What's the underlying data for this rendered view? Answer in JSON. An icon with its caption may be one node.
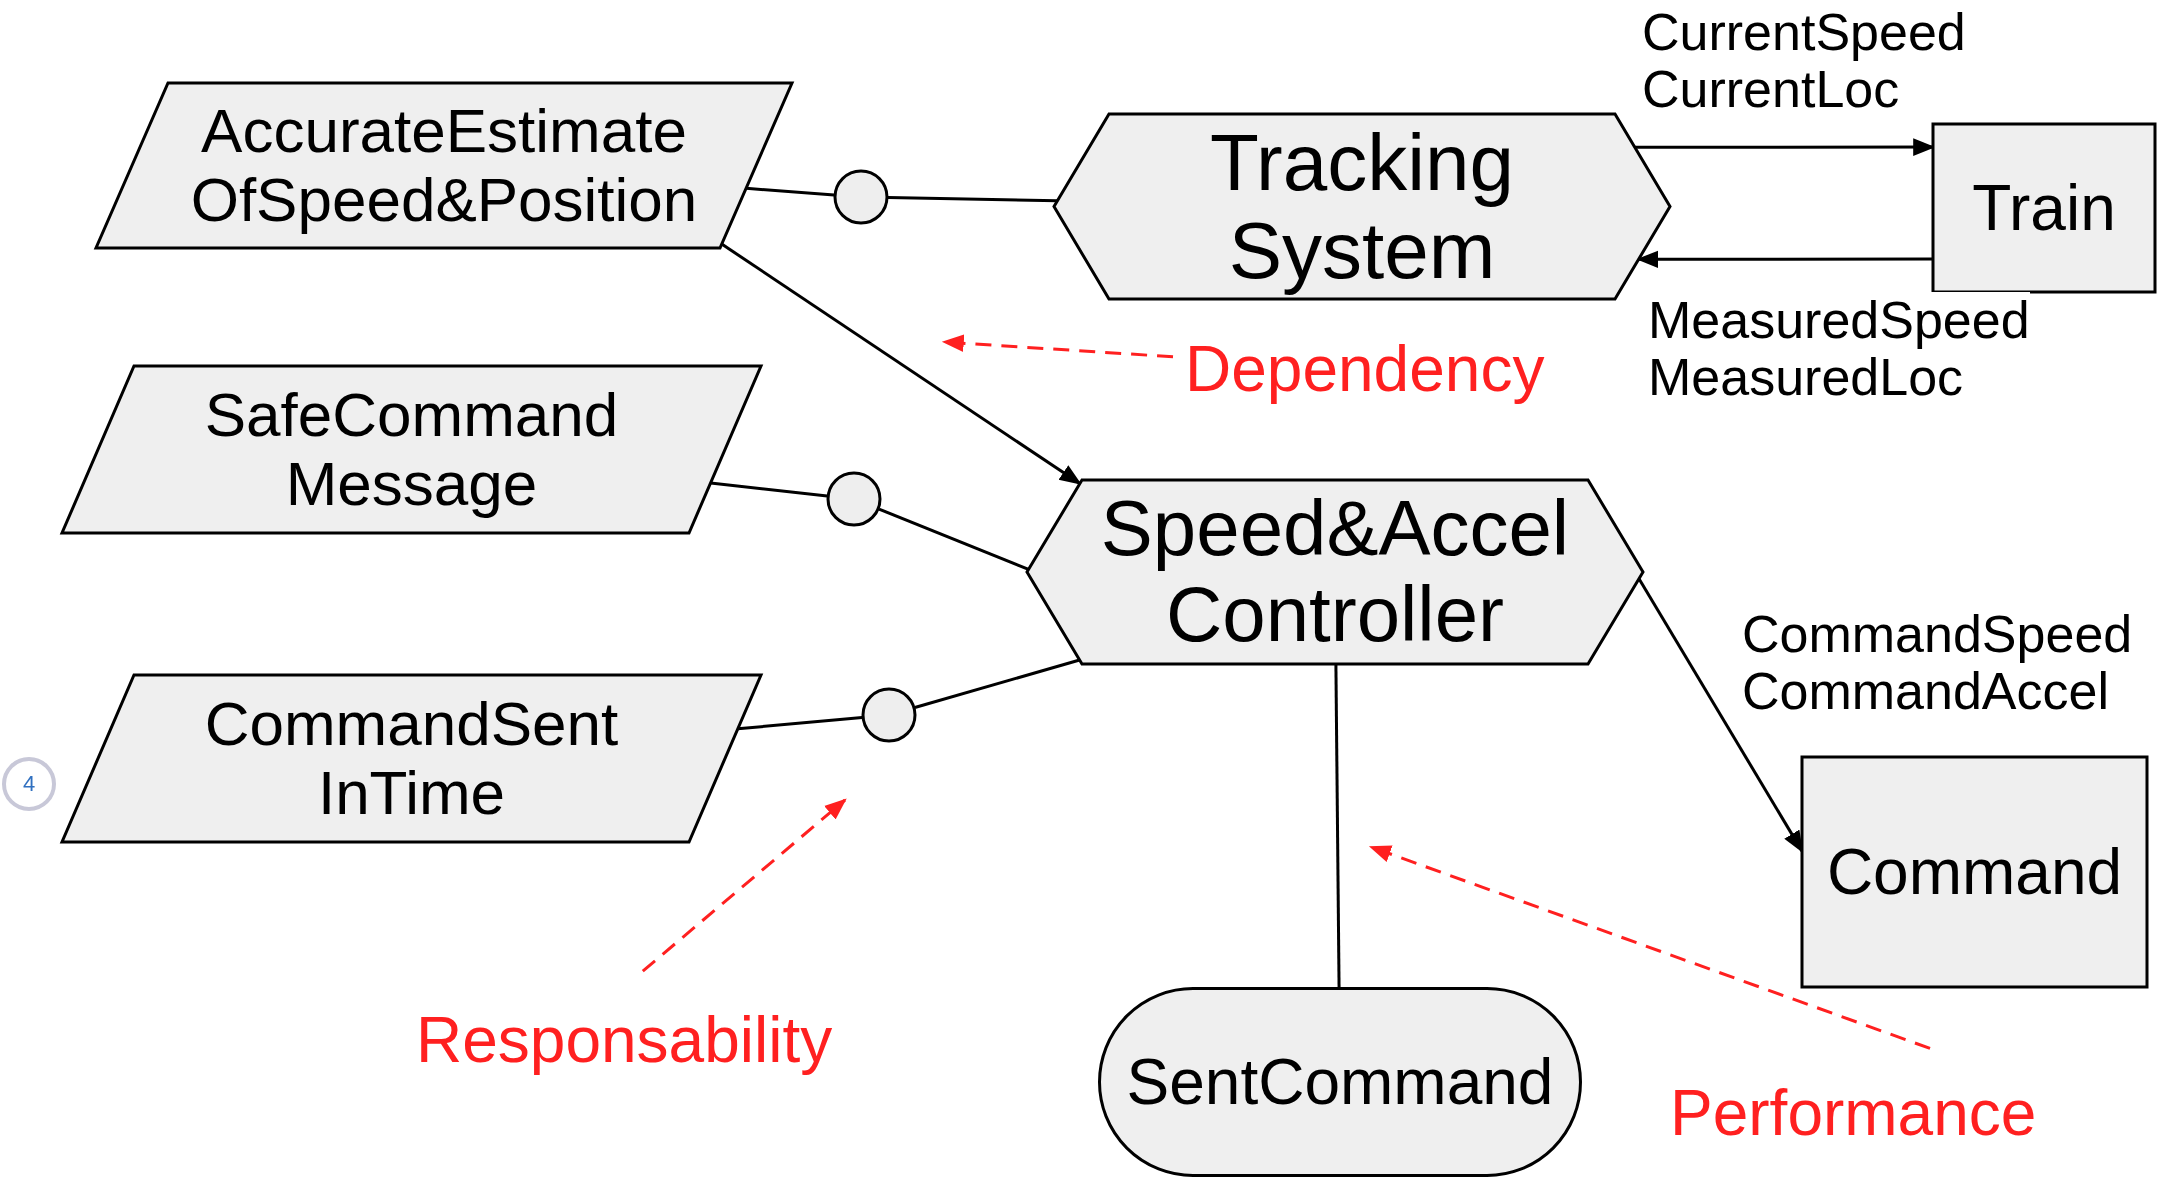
{
  "diagram": {
    "nodes": [
      {
        "text": [
          "AccurateEstimate OfSpeed&Position"
        ]
      },
      {
        "text": [],
        "shape": "circle"
      },
      {
        "text": [
          "Tracking System"
        ]
      },
      {
        "text": [
          "Train"
        ]
      },
      {
        "text": [
          "SafeCommand Message"
        ]
      },
      {
        "text": [],
        "shape": "circle"
      },
      {
        "text": [
          "Speed&Accel Controller"
        ]
      },
      {
        "text": [
          "CommandSent InTime"
        ]
      },
      {
        "text": [],
        "shape": "circle"
      },
      {
        "text": [
          "Command"
        ]
      },
      {
        "text": [
          "SentCommand"
        ]
      },
      {
        "text": [
          "Dependency"
        ]
      },
      {
        "text": [
          "Responsability"
        ]
      },
      {
        "text": [
          "Performance"
        ]
      }
    ],
    "edges": [
      {
        "from": 0,
        "to": 1,
        "arrow": "none"
      },
      {
        "from": 1,
        "to": 2,
        "arrow": "none"
      },
      {
        "from": 0,
        "to": 6,
        "arrow": "to"
      },
      {
        "from": 2,
        "to": 3,
        "arrow": "to",
        "label": "CurrentSpeed CurrentLoc"
      },
      {
        "from": 3,
        "to": 2,
        "arrow": "to",
        "label": "MeasuredSpeed MeasuredLoc"
      },
      {
        "from": 4,
        "to": 5,
        "arrow": "none"
      },
      {
        "from": 5,
        "to": 6,
        "arrow": "none"
      },
      {
        "from": 7,
        "to": 8,
        "arrow": "none"
      },
      {
        "from": 8,
        "to": 6,
        "arrow": "none"
      },
      {
        "from": 6,
        "to": 9,
        "arrow": "to",
        "label": "CommandSpeed CommandAccel"
      },
      {
        "from": 6,
        "to": 10,
        "arrow": "none"
      },
      {
        "from": 11,
        "to": null,
        "arrow": "to",
        "style": "dashed",
        "color": "#ff2020"
      },
      {
        "from": 12,
        "to": null,
        "arrow": "to",
        "style": "dashed",
        "color": "#ff2020"
      },
      {
        "from": 13,
        "to": null,
        "arrow": "to",
        "style": "dashed",
        "color": "#ff2020"
      }
    ],
    "labels": [
      "4"
    ]
  }
}
